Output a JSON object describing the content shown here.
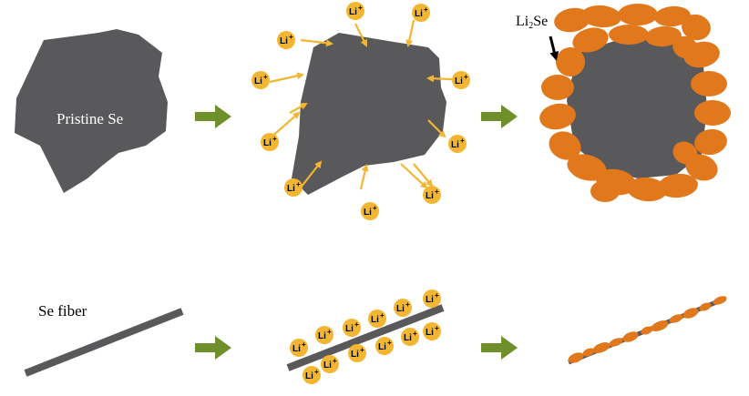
{
  "labels": {
    "pristine": "Pristine Se",
    "fiber": "Se fiber",
    "li2se_prefix": "Li",
    "li2se_sub": "2",
    "li2se_suffix": "Se"
  },
  "ion": {
    "symbol": "Li",
    "charge": "+"
  },
  "colors": {
    "selenium": "#59585a",
    "lithium_ion": "#f2b632",
    "lithium_arrow": "#f2b632",
    "li2se": "#e2781c",
    "process_arrow": "#6f8f2a"
  }
}
